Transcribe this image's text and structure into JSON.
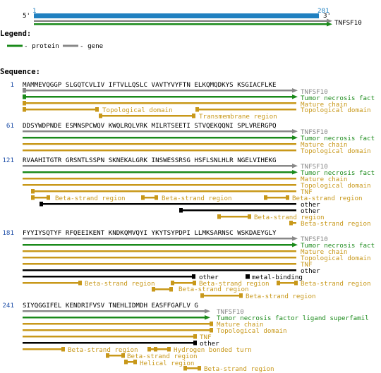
{
  "header": {
    "start_num": "1",
    "end_num": "281",
    "five_prime": "5'",
    "three_prime": "3'",
    "gene_label": "TNFSF10"
  },
  "legend": {
    "title": "Legend:",
    "items": [
      {
        "label": "- protein",
        "color": "#1a8a1a"
      },
      {
        "label": "- gene",
        "color": "#888888"
      }
    ]
  },
  "sequence_title": "Sequence:",
  "colors": {
    "gene": "#888888",
    "protein": "#1a8a1a",
    "feature": "#c8981a",
    "black": "#000000",
    "blue": "#2080c0",
    "number": "#1f4fa8"
  },
  "blocks": [
    {
      "num": "1",
      "seq": "MAMMEVQGGP SLGQTCVLIV IFTVLLQSLC VAVTYVYFTN ELKQMQDKYS KSGIACFLKE",
      "tracks": [
        {
          "label": "TNFSF10",
          "color": "gene"
        },
        {
          "label": "Tumor necrosis fact",
          "color": "protein"
        },
        {
          "label": "Mature chain",
          "color": "feature"
        },
        {
          "label": "Topological domain",
          "color": "feature"
        },
        {
          "label": "Topological domain",
          "color": "feature"
        },
        {
          "label": "Transmembrane region",
          "color": "feature"
        }
      ]
    },
    {
      "num": "61",
      "seq": "DDSYWDPNDE ESMNSPCWQV KWQLRQLVRK MILRTSEETI STVQEKQQNI SPLVRERGPQ",
      "tracks": [
        {
          "label": "TNFSF10",
          "color": "gene"
        },
        {
          "label": "Tumor necrosis fact",
          "color": "protein"
        },
        {
          "label": "Mature chain",
          "color": "feature"
        },
        {
          "label": "Topological domain",
          "color": "feature"
        }
      ]
    },
    {
      "num": "121",
      "seq": "RVAAHITGTR GRSNTLSSPN SKNEKALGRK INSWESSRSG HSFLSNLHLR NGELVIHEKG",
      "tracks": [
        {
          "label": "TNFSF10",
          "color": "gene"
        },
        {
          "label": "Tumor necrosis fact",
          "color": "protein"
        },
        {
          "label": "Mature chain",
          "color": "feature"
        },
        {
          "label": "Topological domain",
          "color": "feature"
        },
        {
          "label": "TNF",
          "color": "feature"
        },
        {
          "label": "Beta-strand region",
          "color": "feature"
        },
        {
          "label": "Beta-strand region",
          "color": "feature"
        },
        {
          "label": "Beta-strand region",
          "color": "feature"
        },
        {
          "label": "other",
          "color": "black"
        },
        {
          "label": "other",
          "color": "black"
        },
        {
          "label": "Beta-strand region",
          "color": "feature"
        },
        {
          "label": "Beta-strand region",
          "color": "feature"
        }
      ]
    },
    {
      "num": "181",
      "seq": "FYYIYSQTYF RFQEEIKENT KNDKQMVQYI YKYTSYPDPI LLMKSARNSC WSKDAEYGLY",
      "tracks": [
        {
          "label": "TNFSF10",
          "color": "gene"
        },
        {
          "label": "Tumor necrosis fact",
          "color": "protein"
        },
        {
          "label": "Mature chain",
          "color": "feature"
        },
        {
          "label": "Topological domain",
          "color": "feature"
        },
        {
          "label": "TNF",
          "color": "feature"
        },
        {
          "label": "other",
          "color": "black"
        },
        {
          "label": "other",
          "color": "black"
        },
        {
          "label": "metal-binding",
          "color": "black"
        },
        {
          "label": "Beta-strand region",
          "color": "feature"
        },
        {
          "label": "Beta-strand region",
          "color": "feature"
        },
        {
          "label": "Beta-strand region",
          "color": "feature"
        },
        {
          "label": "Beta-strand region",
          "color": "feature"
        },
        {
          "label": "Beta-strand region",
          "color": "feature"
        }
      ]
    },
    {
      "num": "241",
      "seq": "SIYQGGIFEL KENDRIFVSV TNEHLIDMDH EASFFGAFLV G",
      "tracks": [
        {
          "label": "TNFSF10",
          "color": "gene"
        },
        {
          "label": "Tumor necrosis factor ligand superfamil",
          "color": "protein"
        },
        {
          "label": "Mature chain",
          "color": "feature"
        },
        {
          "label": "Topological domain",
          "color": "feature"
        },
        {
          "label": "TNF",
          "color": "feature"
        },
        {
          "label": "other",
          "color": "black"
        },
        {
          "label": "Beta-strand region",
          "color": "feature"
        },
        {
          "label": "Hydrogen bonded turn",
          "color": "feature"
        },
        {
          "label": "Beta-strand region",
          "color": "feature"
        },
        {
          "label": "Helical region",
          "color": "feature"
        },
        {
          "label": "Beta-strand region",
          "color": "feature"
        }
      ]
    }
  ]
}
